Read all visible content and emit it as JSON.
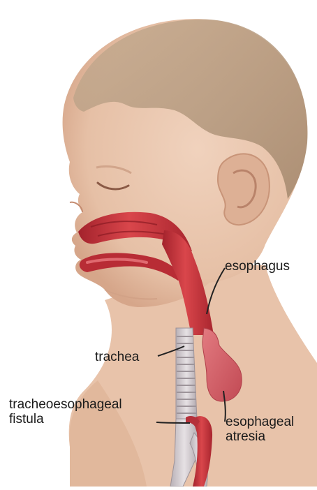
{
  "labels": {
    "esophagus": "esophagus",
    "trachea": "trachea",
    "tracheoesophageal_fistula": [
      "tracheoesophageal",
      "fistula"
    ],
    "esophageal_atresia": [
      "esophageal",
      "atresia"
    ]
  },
  "colors": {
    "skin": "#e9c5ad",
    "skin_shadow": "#d9a98b",
    "hair": "#b09478",
    "organ_red": "#c8323a",
    "organ_dark": "#9a1f28",
    "organ_light": "#e05a5f",
    "pouch": "#d8646c",
    "trachea_grey": "#cfc9cd",
    "leader_line": "#222222"
  }
}
